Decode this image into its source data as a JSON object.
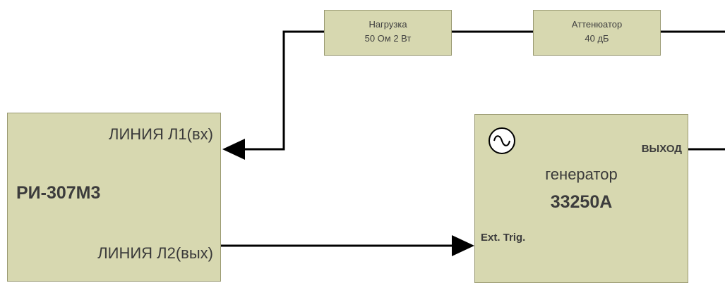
{
  "blocks": {
    "load": {
      "line1": "Нагрузка",
      "line2": "50 Ом 2 Вт"
    },
    "attenuator": {
      "line1": "Аттенюатор",
      "line2": "40 дБ"
    },
    "receiver": {
      "model": "РИ-307М3",
      "input_port": "ЛИНИЯ Л1(вх)",
      "output_port": "ЛИНИЯ Л2(вых)"
    },
    "generator": {
      "title": "генератор",
      "model": "33250A",
      "output_port": "ВЫХОД",
      "trigger_port": "Ext. Trig."
    }
  },
  "icons": {
    "sine_wave": "sine-wave-icon"
  },
  "colors": {
    "block_fill": "#d7d8b0",
    "block_border": "#9a9a72",
    "wire": "#000000"
  }
}
